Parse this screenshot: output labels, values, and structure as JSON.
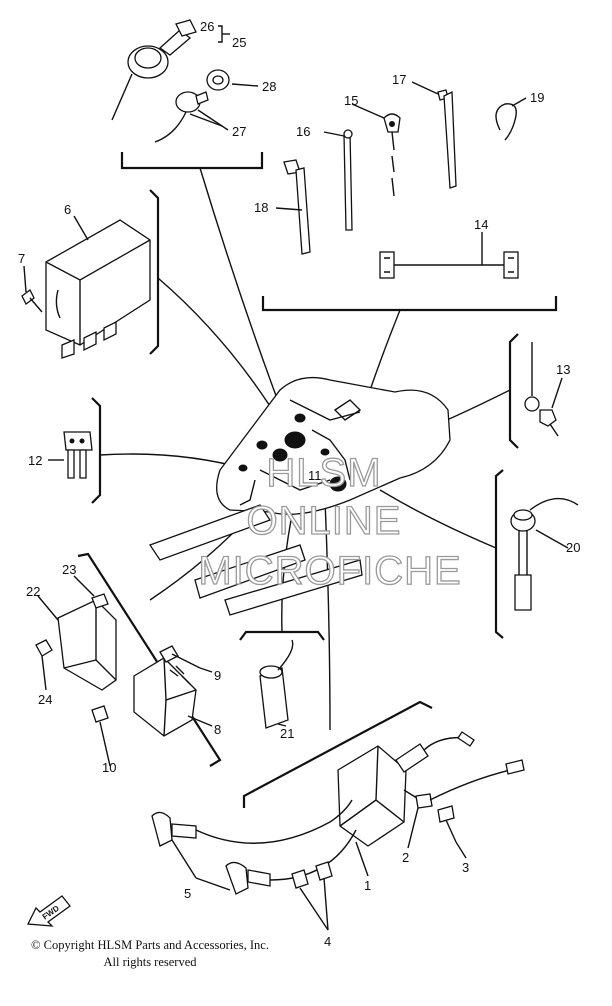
{
  "callouts": [
    "1",
    "2",
    "3",
    "4",
    "5",
    "6",
    "7",
    "8",
    "9",
    "10",
    "11",
    "12",
    "13",
    "14",
    "15",
    "16",
    "17",
    "18",
    "19",
    "20",
    "21",
    "22",
    "23",
    "24",
    "25",
    "26",
    "27",
    "28"
  ],
  "watermark": {
    "line1": "HLSM",
    "line2": "ONLINE",
    "line3": "MICROFICHE"
  },
  "fwd_label": "FWD",
  "footer": {
    "copyright": "© Copyright HLSM Parts and Accessories, Inc.",
    "rights": "All rights reserved"
  }
}
